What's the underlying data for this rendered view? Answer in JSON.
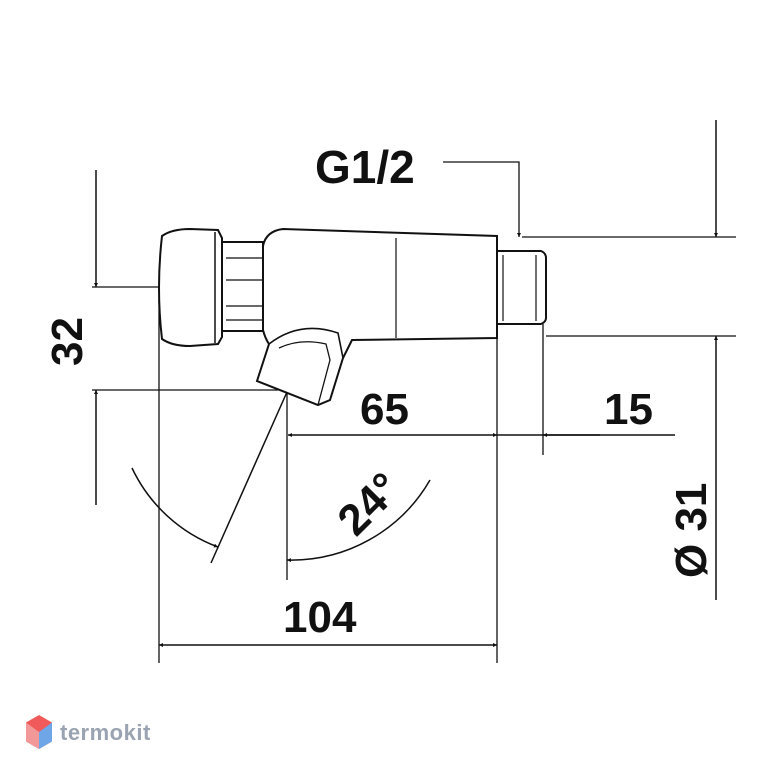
{
  "labels": {
    "thread": "G1/2",
    "height": "32",
    "offset": "65",
    "thread_length": "15",
    "angle": "24°",
    "total_length": "104",
    "diameter": "Ø 31"
  },
  "logo": {
    "text": "termokit"
  }
}
